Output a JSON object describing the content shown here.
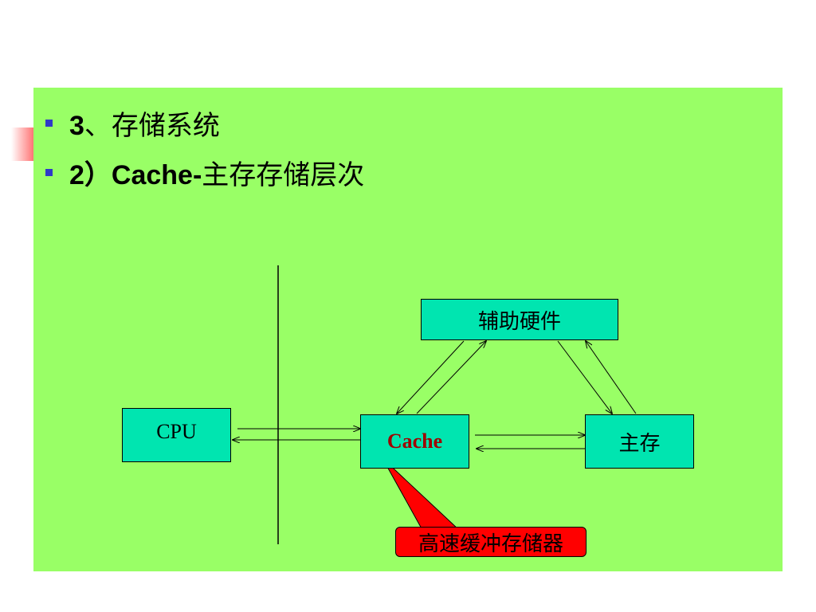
{
  "slide": {
    "bullets": [
      {
        "num": "3",
        "text": "、存储系统"
      },
      {
        "num": "2）Cache-",
        "text": "主存存储层次"
      }
    ]
  },
  "diagram": {
    "boxes": {
      "cpu": "CPU",
      "cache": "Cache",
      "aux": "辅助硬件",
      "main": "主存"
    },
    "callout": "高速缓冲存储器"
  },
  "colors": {
    "panel": "#99ff66",
    "box": "#00e5b0",
    "cache_text": "#a00000",
    "callout": "#ff0000",
    "bullet": "#2f39c8"
  }
}
